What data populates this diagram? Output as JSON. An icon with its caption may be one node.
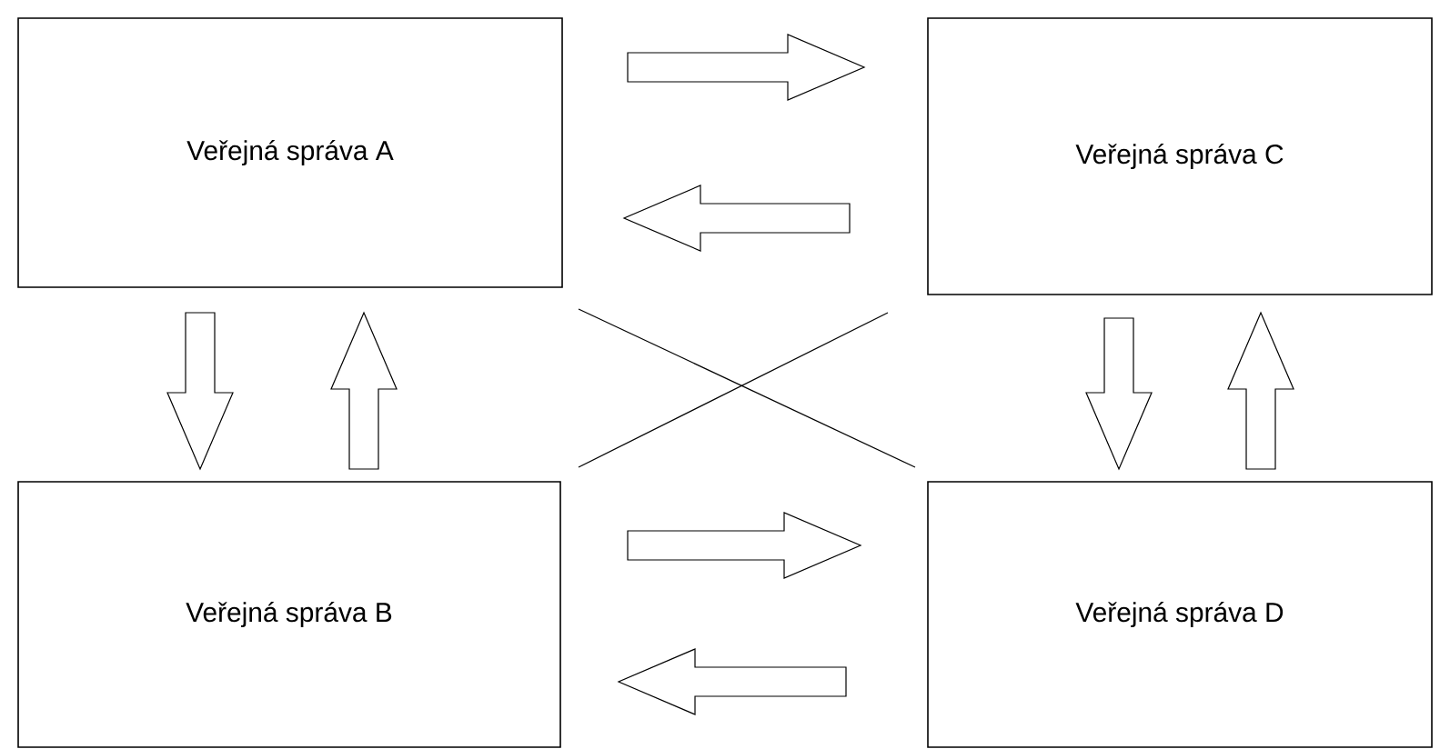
{
  "diagram": {
    "nodes": [
      {
        "text": [
          "Veřejná správa A"
        ]
      },
      {
        "text": [
          "Veřejná správa C"
        ]
      },
      {
        "text": [
          "Veřejná správa B"
        ]
      },
      {
        "text": [
          "Veřejná správa D"
        ]
      }
    ],
    "edges": [
      {
        "from": 0,
        "to": 1,
        "arrow": "to"
      },
      {
        "from": 1,
        "to": 0,
        "arrow": "to"
      },
      {
        "from": 0,
        "to": 2,
        "arrow": "to"
      },
      {
        "from": 2,
        "to": 0,
        "arrow": "to"
      },
      {
        "from": 1,
        "to": 3,
        "arrow": "to"
      },
      {
        "from": 3,
        "to": 1,
        "arrow": "to"
      },
      {
        "from": 2,
        "to": 3,
        "arrow": "to"
      },
      {
        "from": 3,
        "to": 2,
        "arrow": "to"
      }
    ]
  }
}
